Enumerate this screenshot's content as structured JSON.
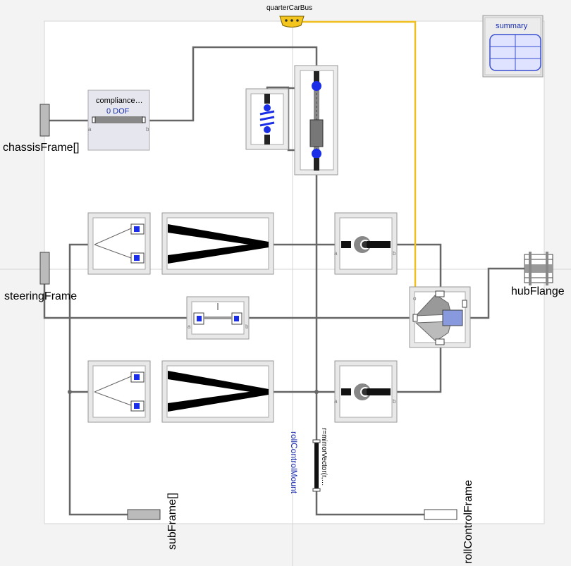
{
  "ports": {
    "quarter_car_bus": "quarterCarBus",
    "chassis_frame": "chassisFrame[]",
    "steering_frame": "steeringFrame",
    "hub_flange": "hubFlange",
    "sub_frame": "subFrame[]",
    "roll_control_frame": "rollControlFrame"
  },
  "blocks": {
    "summary": "summary",
    "compliance_title": "compliance…",
    "compliance_dof": "0 DOF",
    "roll_control_mount": "rollControlMount",
    "mirror_vector": "r=mirrorVector(r,…",
    "connector_a": "a",
    "connector_b": "b"
  },
  "colors": {
    "background": "#f3f3f3",
    "canvas": "#ffffff",
    "wire": "#666666",
    "bus_wire": "#f0c020",
    "accent_blue": "#0000cc",
    "block_border": "#8c8c8c"
  }
}
